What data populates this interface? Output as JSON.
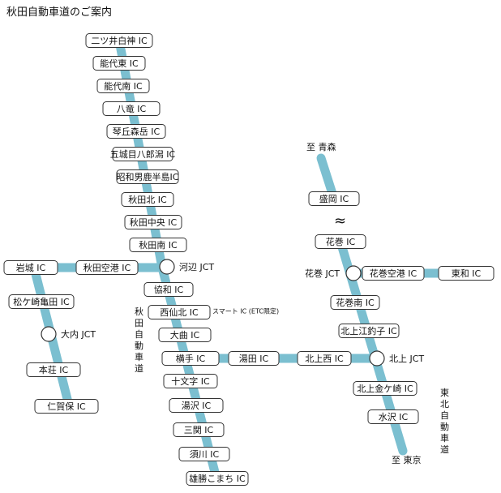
{
  "title": "秋田自動車道のご案内",
  "colors": {
    "road": "#7bbfd0",
    "box_fill": "#ffffff",
    "box_stroke": "#333333"
  },
  "ics": [
    "二ツ井白神 IC",
    "能代東 IC",
    "能代南 IC",
    "八竜 IC",
    "琴丘森岳 IC",
    "五城目八郎潟 IC",
    "昭和男鹿半島IC",
    "秋田北 IC",
    "秋田中央 IC",
    "秋田南 IC",
    "協和 IC",
    "西仙北 IC",
    "大曲 IC",
    "横手 IC",
    "十文字 IC",
    "湯沢 IC",
    "三関 IC",
    "須川 IC",
    "雄勝こまち IC",
    "岩城 IC",
    "秋田空港 IC",
    "松ケ崎亀田 IC",
    "本荘 IC",
    "仁賀保 IC",
    "湯田 IC",
    "北上西 IC",
    "盛岡 IC",
    "花巻 IC",
    "花巻南 IC",
    "北上江釣子 IC",
    "北上金ケ崎 IC",
    "水沢 IC",
    "花巻空港 IC",
    "東和 IC"
  ],
  "labels": {
    "kawabe_jct": "河辺 JCT",
    "ouchi_jct": "大内 JCT",
    "hanamaki_jct": "花巻 JCT",
    "kitakami_jct": "北上 JCT",
    "smart_ic": "スマート IC (ETC限定)",
    "to_aomori": "至 青森",
    "to_tokyo": "至 東京",
    "akita_expressway": "秋田自動車道",
    "tohoku_expressway": "東北自動車道",
    "gap": "≈"
  }
}
